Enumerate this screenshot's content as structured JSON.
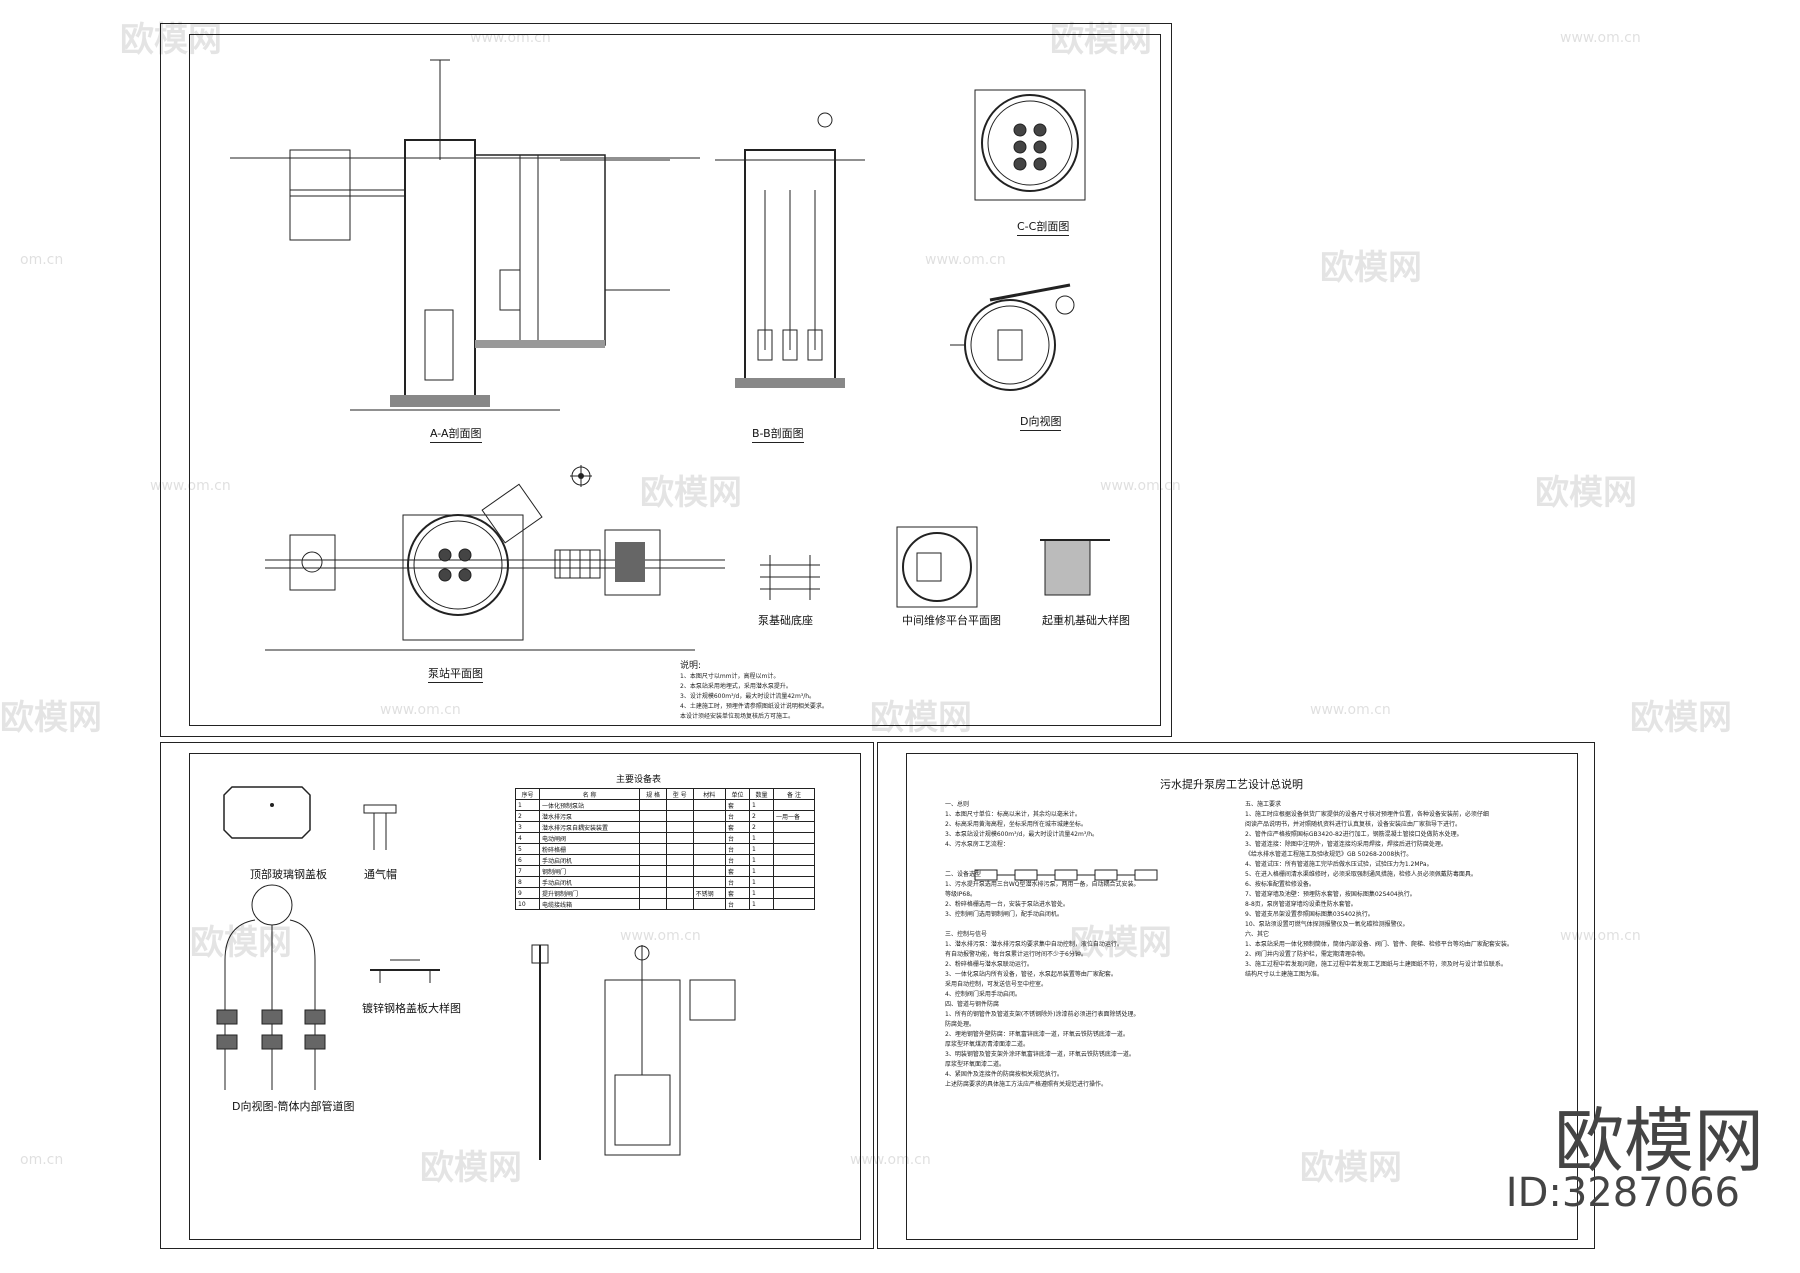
{
  "views": {
    "aa": "A-A剖面图",
    "bb": "B-B剖面图",
    "cc": "C-C剖面图",
    "d": "D向视图",
    "plan": "泵站平面图",
    "pump_base": "泵基础底座",
    "platform": "中间维修平台平面图",
    "crane": "起重机基础大样图",
    "cover": "顶部玻璃钢盖板",
    "vent": "通气帽",
    "grating": "镀锌钢格盖板大样图",
    "d_pipe": "D向视图-筒体内部管道图"
  },
  "notes": {
    "heading": "说明:",
    "lines": [
      "1、本图尺寸以mm计，高程以m计。",
      "2、本泵站采用地埋式，采用潜水泵提升。",
      "3、设计规模600m³/d，最大时设计流量42m³/h。",
      "4、土建施工时，预埋件请参照图纸设计说明相关要求。",
      "本设计须经安装单位现场复核后方可施工。"
    ]
  },
  "equipment": {
    "title": "主要设备表",
    "headers": [
      "序号",
      "名 称",
      "规 格",
      "型 号",
      "材料",
      "单位",
      "数量",
      "备 注"
    ],
    "rows": [
      [
        "1",
        "一体化预制泵站",
        "",
        "",
        "",
        "套",
        "1",
        ""
      ],
      [
        "2",
        "潜水排污泵",
        "",
        "",
        "",
        "台",
        "2",
        "一用一备"
      ],
      [
        "3",
        "潜水排污泵自耦安装装置",
        "",
        "",
        "",
        "套",
        "2",
        ""
      ],
      [
        "4",
        "电动闸阀",
        "",
        "",
        "",
        "台",
        "1",
        ""
      ],
      [
        "5",
        "粉碎格栅",
        "",
        "",
        "",
        "台",
        "1",
        ""
      ],
      [
        "6",
        "手动启闭机",
        "",
        "",
        "",
        "台",
        "1",
        ""
      ],
      [
        "7",
        "钢制闸门",
        "",
        "",
        "",
        "套",
        "1",
        ""
      ],
      [
        "8",
        "手动启闭机",
        "",
        "",
        "",
        "台",
        "1",
        ""
      ],
      [
        "9",
        "提升钢制闸门",
        "",
        "",
        "不锈钢",
        "套",
        "1",
        ""
      ],
      [
        "10",
        "电缆接线箱",
        "",
        "",
        "",
        "台",
        "1",
        ""
      ]
    ]
  },
  "spec": {
    "title": "污水提升泵房工艺设计总说明",
    "col1": [
      "一、总则",
      "1、本图尺寸单位：标高以米计，其余均以毫米计。",
      "2、标高采用黄海高程，坐标采用所在城市城建坐标。",
      "3、本泵站设计规模600m³/d，最大时设计流量42m³/h。",
      "4、污水泵房工艺流程：",
      "",
      "",
      "二、设备选型",
      "1、污水提升泵选用三台WQ型潜水排污泵，两用一备，自动耦合式安装。",
      "等级IP68。",
      "2、粉碎格栅选用一台，安装于泵站进水管处。",
      "3、控制闸门选用钢制闸门，配手动启闭机。",
      "",
      "三、控制与信号",
      "1、潜水排污泵：潜水排污泵均要求集中自动控制，液位自动运行。",
      "有自动报警功能，每台泵累计运行时间不少于6分钟。",
      "2、粉碎格栅与潜水泵联动运行。",
      "3、一体化泵站内所有设备，管径，水泵起吊装置等由厂家配套。",
      "采用自动控制，可发送信号至中控室。",
      "4、控制阀门采用手动启闭。",
      "四、管道与钢件防腐",
      "1、所有的钢管件及管道支架(不锈钢除外)涂漆前必须进行表面除锈处理。",
      "防腐处理。",
      "2、埋地钢管外壁防腐：环氧富锌底漆一道，环氧云铁防锈底漆一道。",
      "厚浆型环氧煤沥青漆面漆二道。",
      "3、明装钢管及管支架外涂环氧富锌底漆一道，环氧云铁防锈底漆一道。",
      "厚浆型环氧面漆二道。",
      "4、紧固件及连接件的防腐按相关规范执行。",
      "上述防腐要求的具体施工方法应严格遵照有关规范进行操作。"
    ],
    "col2": [
      "五、施工要求",
      "1、施工时应根据设备供货厂家提供的设备尺寸核对预埋件位置，各种设备安装前，必须仔细",
      "阅读产品说明书，并对照随机资料进行认真复核，设备安装应由厂家指导下进行。",
      "2、管件应严格按照国标GB3420-82进行加工，钢筋混凝土管接口处做防水处理。",
      "3、管道连接：除图中注明外，管道连接均采用焊接，焊接后进行防腐处理。",
      "《给水排水管道工程施工及验收规范》GB 50268-2008执行。",
      "4、管道试压：所有管道施工完毕后做水压试验，试验压力为1.2MPa。",
      "5、在进入格栅间清水渠维修时，必须采取强制通风措施，检修人员必须佩戴防毒面具。",
      "6、按标准配置检修设备。",
      "7、管道穿墙及池壁：预埋防水套管，按国标图集02S404执行。",
      "8-8页，泵房管道穿墙均设柔性防水套管。",
      "9、管道支吊架设置参照国标图集03S402执行。",
      "10、泵站须设置可燃气体探测报警仪及一氧化碳检测报警仪。",
      "六、其它",
      "1、本泵站采用一体化预制筒体，筒体内部设备、阀门、管件、爬梯、检修平台等均由厂家配套安装。",
      "2、阀门井内设置了防护栏，需定期清理杂物。",
      "3、施工过程中若发现问题，施工过程中若发现工艺图纸与土建图纸不符，须及时与设计单位联系。",
      "结构尺寸以土建施工图为准。"
    ]
  },
  "watermark": {
    "brand_cn": "欧模网",
    "url": "www.om.cn",
    "url_short": "om.cn",
    "id": "ID:3287066"
  }
}
